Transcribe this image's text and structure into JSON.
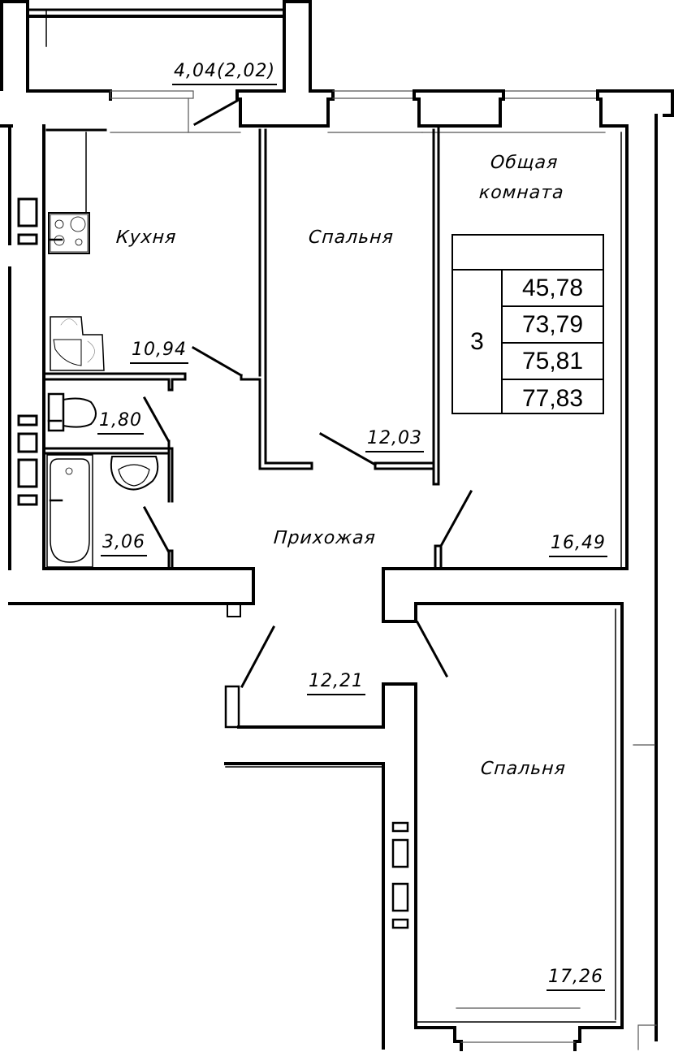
{
  "rooms": {
    "balcony": {
      "area": "4,04(2,02)"
    },
    "kitchen": {
      "name": "Кухня",
      "area": "10,94"
    },
    "bedroom1": {
      "name": "Спальня",
      "area": "12,03"
    },
    "living": {
      "name_line1": "Общая",
      "name_line2": "комната",
      "area": "16,49"
    },
    "toilet": {
      "area": "1,80"
    },
    "bathroom": {
      "area": "3,06"
    },
    "hallway": {
      "name": "Прихожая",
      "area": "12,21"
    },
    "bedroom2": {
      "name": "Спальня",
      "area": "17,26"
    }
  },
  "summary_table": {
    "header": "",
    "rooms_count": "3",
    "areas": [
      "45,78",
      "73,79",
      "75,81",
      "77,83"
    ]
  },
  "colors": {
    "line": "#000000",
    "background": "#ffffff",
    "thin_line": "#555555"
  }
}
